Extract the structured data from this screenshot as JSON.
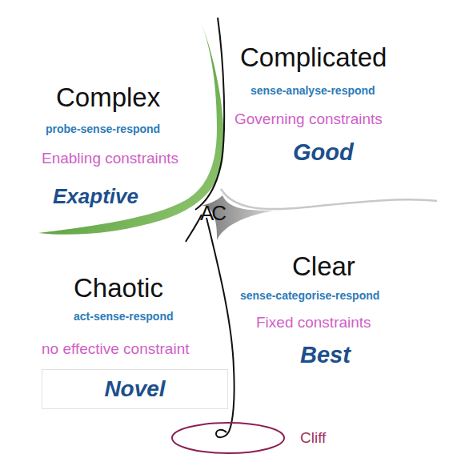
{
  "diagram": {
    "nodes": [
      {
        "text": [
          "Novel"
        ]
      }
    ],
    "labels": [
      "Complicated",
      "sense-analyse-respond",
      "Governing constraints",
      "Good",
      "Complex",
      "probe-sense-respond",
      "Enabling constraints",
      "Exaptive",
      "AC",
      "Clear",
      "sense-categorise-respond",
      "Fixed constraints",
      "Best",
      "Chaotic",
      "act-sense-respond",
      "no effective constraint",
      "Cliff"
    ]
  }
}
